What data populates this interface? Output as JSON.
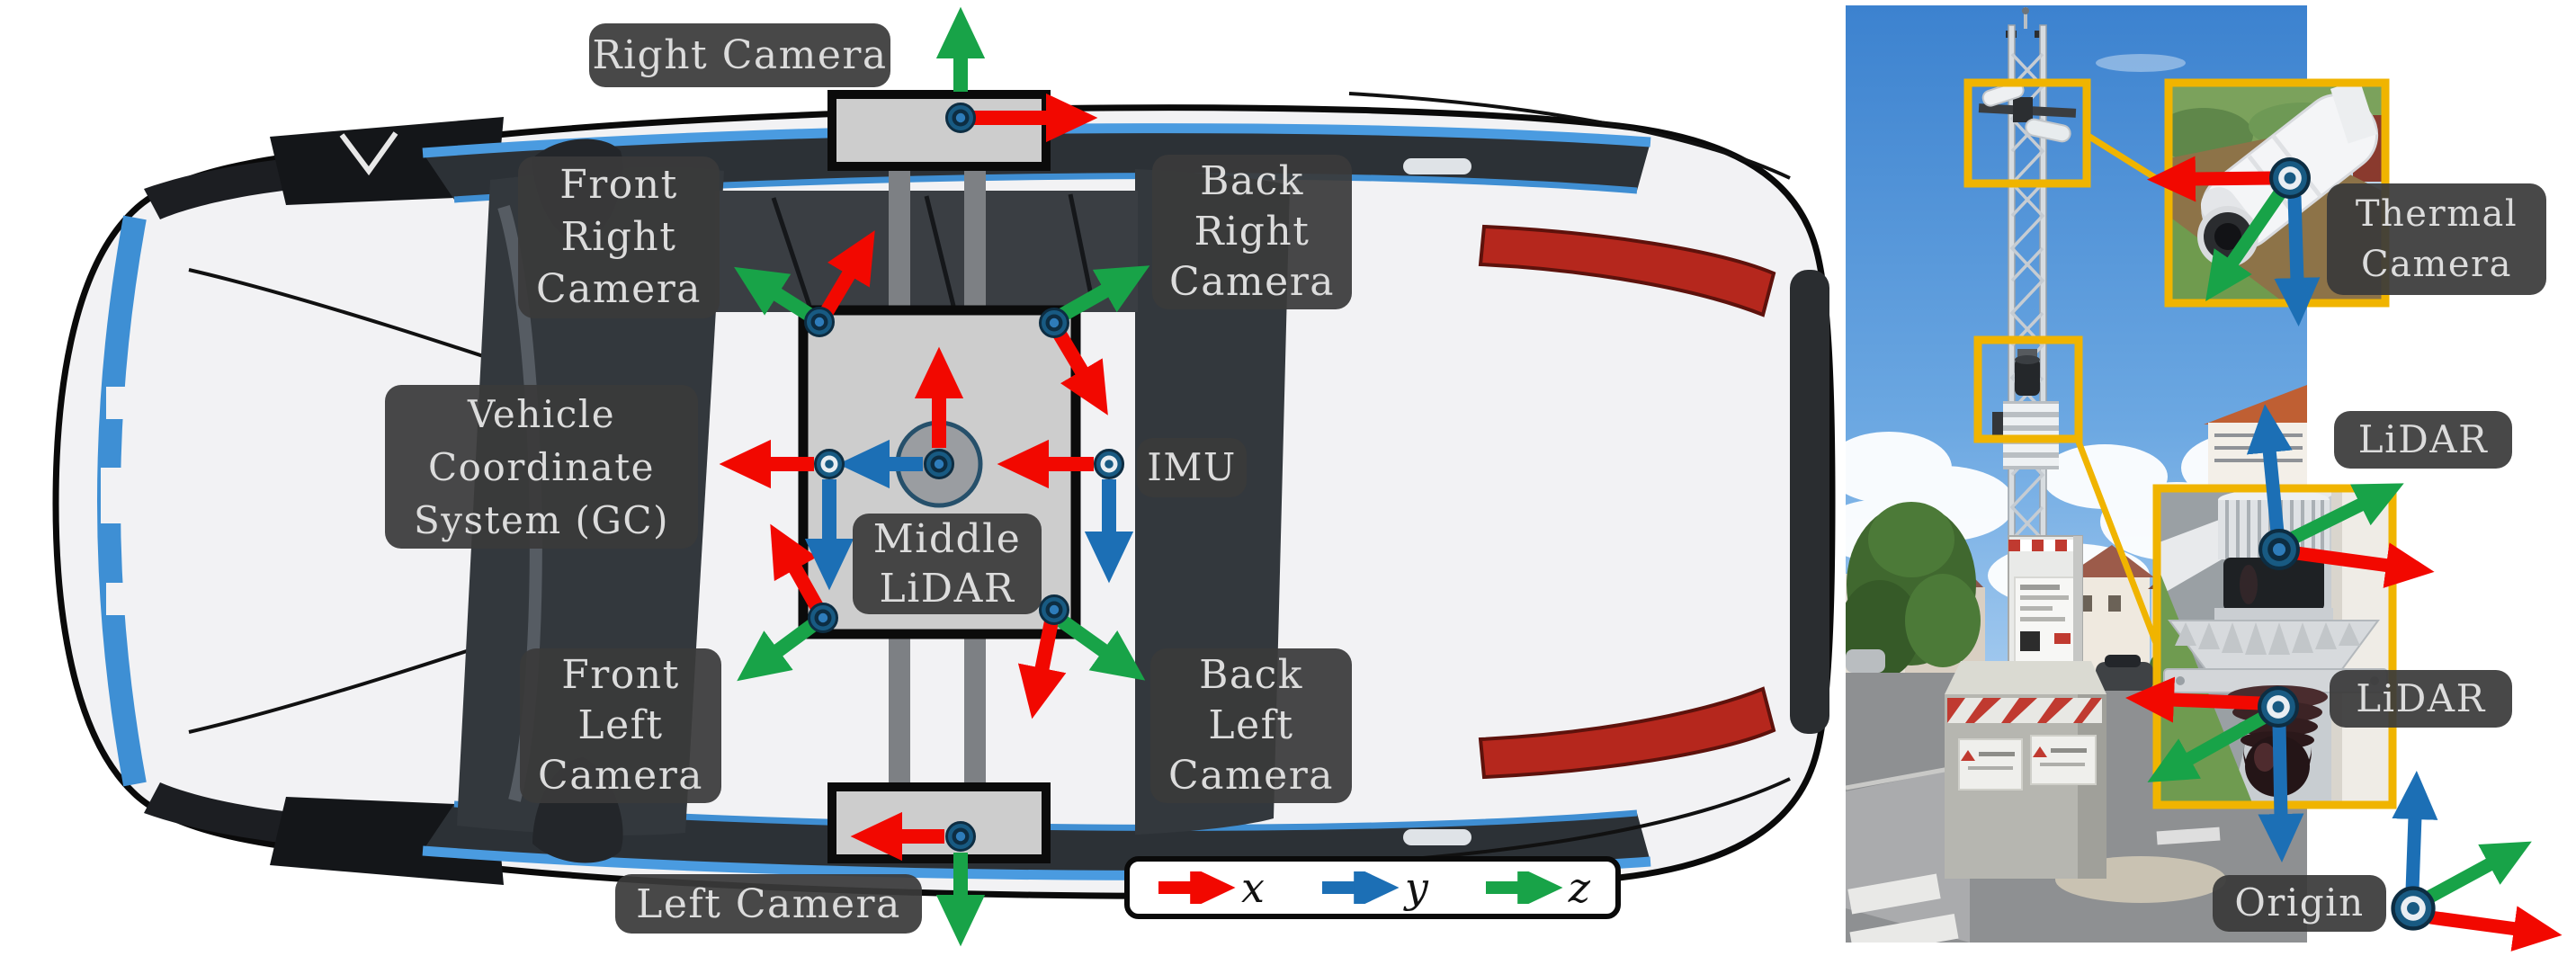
{
  "figure": {
    "type": "sensor-setup-figure",
    "left_panel": "vehicle top-view sensor diagram",
    "right_panel": "infrastructure mast photo with sensor insets"
  },
  "vehicle_diagram": {
    "labels": {
      "right_camera": "Right Camera",
      "front_right_camera": [
        "Front",
        "Right",
        "Camera"
      ],
      "back_right_camera": [
        "Back",
        "Right",
        "Camera"
      ],
      "vehicle_cs": [
        "Vehicle",
        "Coordinate",
        "System (GC)"
      ],
      "imu": "IMU",
      "middle_lidar": [
        "Middle",
        "LiDAR"
      ],
      "front_left_camera": [
        "Front",
        "Left",
        "Camera"
      ],
      "back_left_camera": [
        "Back",
        "Left",
        "Camera"
      ],
      "left_camera": "Left Camera"
    },
    "legend": {
      "x": "x",
      "y": "y",
      "z": "z"
    },
    "axis_colors": {
      "x": "#f20800",
      "y": "#1c6fb5",
      "z": "#18a348"
    },
    "label_style": {
      "background": "#3a3a3a",
      "text": "#dcdcdc"
    }
  },
  "infrastructure_photo": {
    "labels": {
      "thermal_camera": [
        "Thermal",
        "Camera"
      ],
      "lidar_top": "LiDAR",
      "lidar_bottom": "LiDAR",
      "origin": "Origin"
    },
    "highlight_color": "#f0b400"
  }
}
